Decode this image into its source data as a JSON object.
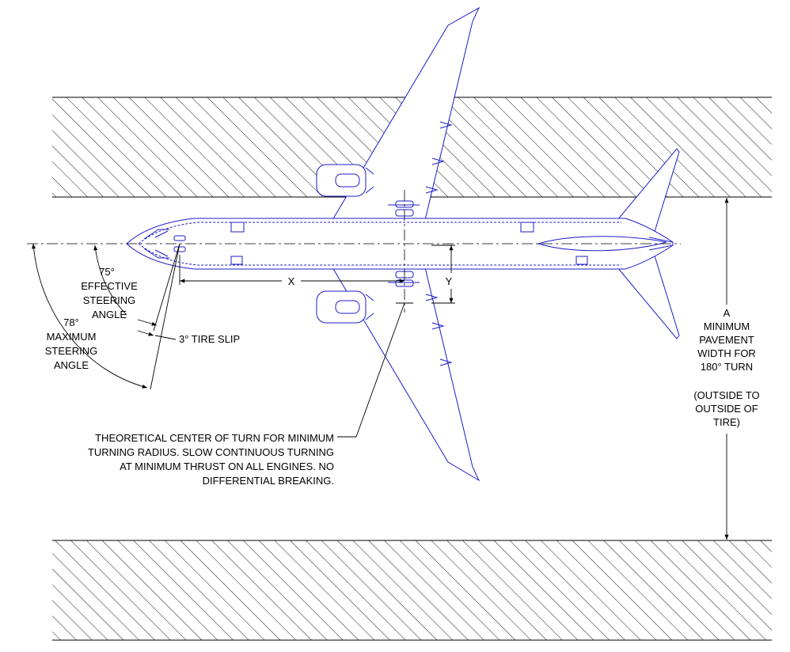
{
  "colors": {
    "aircraft_outline": "#1c1cc8",
    "annotation_line": "#000000",
    "pavement_hatch": "#000000",
    "background": "#ffffff"
  },
  "labels": {
    "x_dim": "X",
    "y_dim": "Y",
    "effective_steering": [
      "75°",
      "EFFECTIVE",
      "STEERING",
      "ANGLE"
    ],
    "maximum_steering": [
      "78°",
      "MAXIMUM",
      "STEERING",
      "ANGLE"
    ],
    "tire_slip": "3° TIRE SLIP",
    "center_of_turn": [
      "THEORETICAL CENTER OF TURN FOR MINIMUM",
      "TURNING RADIUS. SLOW CONTINUOUS TURNING",
      "AT MINIMUM THRUST ON ALL ENGINES. NO",
      "DIFFERENTIAL BREAKING."
    ],
    "pavement_width": [
      "A",
      "MINIMUM",
      "PAVEMENT",
      "WIDTH FOR",
      "180° TURN"
    ],
    "pavement_note": [
      "(OUTSIDE TO",
      "OUTSIDE OF",
      "TIRE)"
    ]
  }
}
